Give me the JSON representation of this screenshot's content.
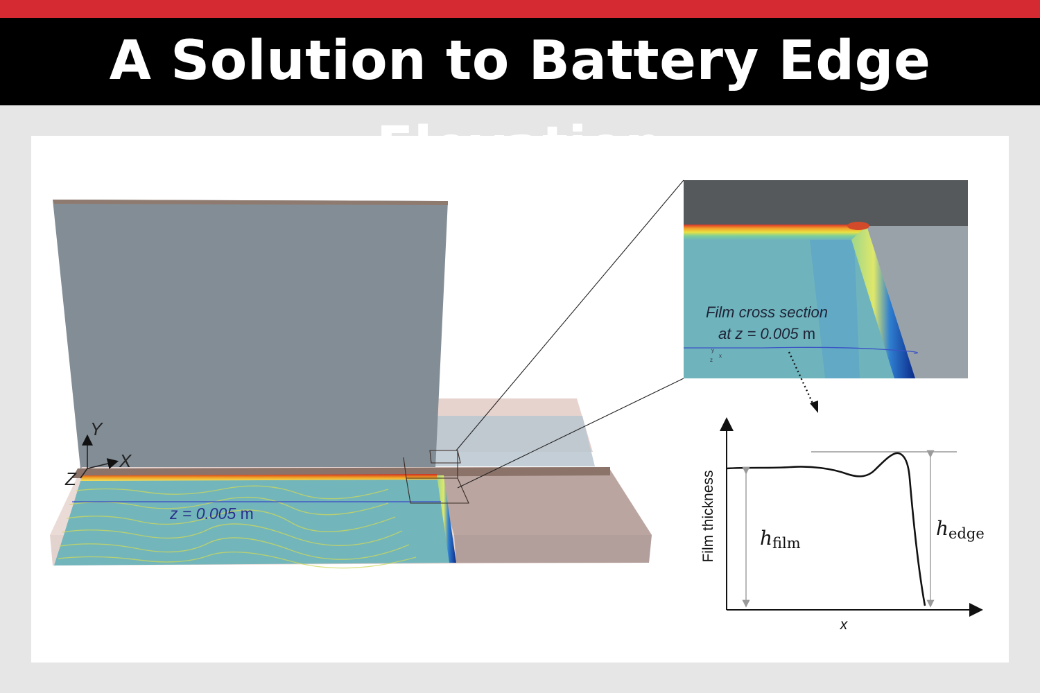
{
  "header": {
    "title": "A Solution to Battery Edge Elevation",
    "accent_color": "#d62a33",
    "bar_color": "#000000"
  },
  "scene": {
    "axes": {
      "y": "Y",
      "x": "X",
      "z": "Z"
    },
    "slice_label": {
      "prefix": "z = 0.005",
      "unit": "m"
    }
  },
  "inset": {
    "label_line1": "Film cross section",
    "label_line2_prefix": "at z = 0.005",
    "label_line2_unit": "m",
    "mini_axes": {
      "y": "y",
      "z": "z",
      "x": "x"
    }
  },
  "profile_plot": {
    "ylabel": "Film thickness",
    "xlabel": "x",
    "h_film": {
      "symbol": "h",
      "subscript": "film"
    },
    "h_edge": {
      "symbol": "h",
      "subscript": "edge"
    }
  },
  "colors": {
    "plate": "#838d95",
    "film": "#6fb1b8",
    "film_edge_hot": "#e6a021",
    "substrate": "#e9dcd9",
    "curve": "#111111",
    "dimension": "#9a9a9a"
  }
}
